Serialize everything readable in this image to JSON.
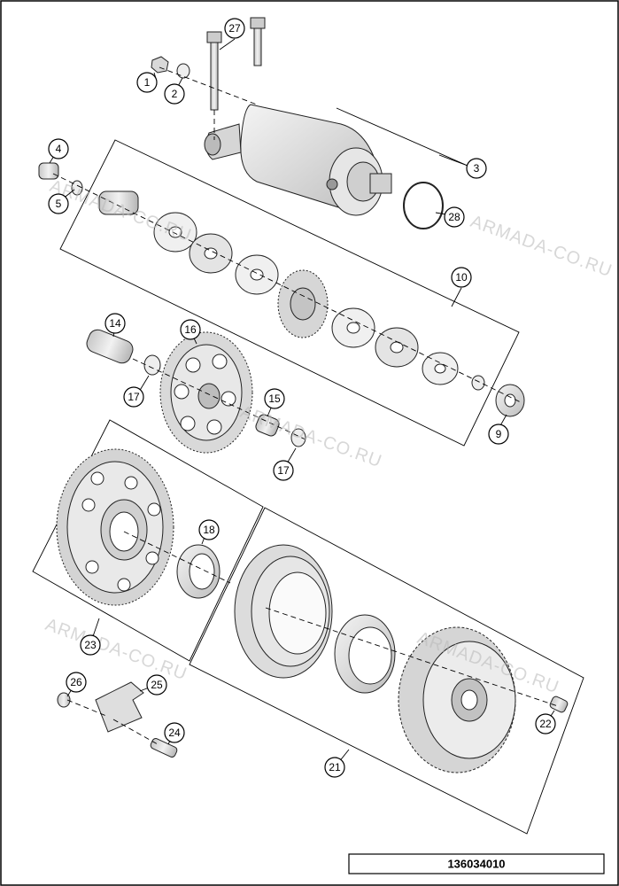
{
  "diagram": {
    "part_number": "136034010",
    "watermark": "ARMADA-CO.RU",
    "callouts": {
      "c1": "1",
      "c2": "2",
      "c3": "3",
      "c4": "4",
      "c5": "5",
      "c9": "9",
      "c10": "10",
      "c14": "14",
      "c15": "15",
      "c16": "16",
      "c17a": "17",
      "c17b": "17",
      "c18": "18",
      "c21": "21",
      "c22": "22",
      "c23": "23",
      "c24": "24",
      "c25": "25",
      "c26": "26",
      "c27": "27",
      "c28": "28"
    }
  }
}
